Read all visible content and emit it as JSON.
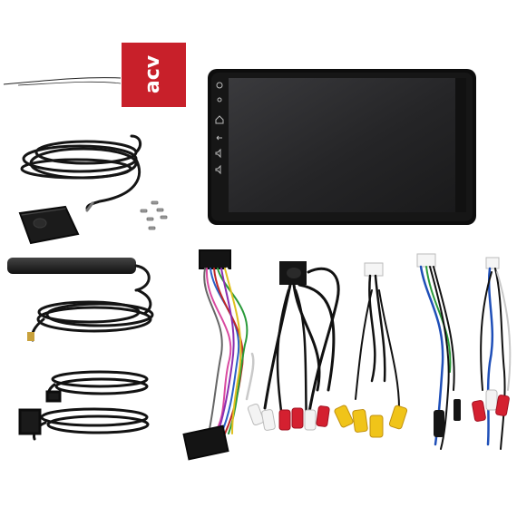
{
  "brand": {
    "logo_text": "acv",
    "tag_color": "#c8202a"
  },
  "head_unit": {
    "screen_color": "#2a2a2c",
    "frame_color": "#111111"
  },
  "items": [
    {
      "id": "air-freshener-tag"
    },
    {
      "id": "head-unit"
    },
    {
      "id": "gps-antenna"
    },
    {
      "id": "mounting-screws"
    },
    {
      "id": "radio-antenna"
    },
    {
      "id": "usb-cable"
    },
    {
      "id": "power-harness"
    },
    {
      "id": "rca-av-harness"
    },
    {
      "id": "rca-video-harness"
    },
    {
      "id": "aux-harness"
    },
    {
      "id": "camera-harness"
    }
  ]
}
